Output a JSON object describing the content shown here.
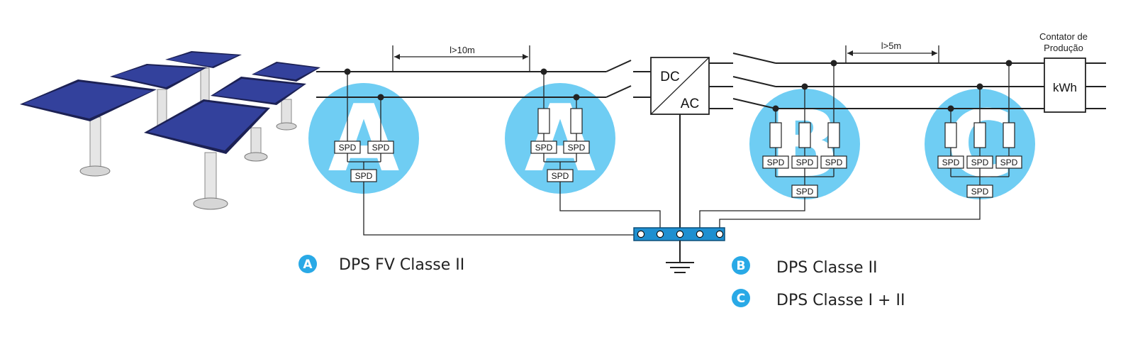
{
  "colors": {
    "zone_circle": "#6fcdf3",
    "panel_face": "#33419c",
    "panel_frame": "#1c2154",
    "ground_bar": "#1e8fd0",
    "legend_badge": "#29a9e6"
  },
  "distances": {
    "segment_a": "l>10m",
    "segment_bc": "l>5m"
  },
  "inverter": {
    "dc_label": "DC",
    "ac_label": "AC"
  },
  "meter": {
    "title_line1": "Contator de",
    "title_line2": "Produção",
    "label": "kWh"
  },
  "zones": [
    {
      "letter": "A"
    },
    {
      "letter": "A"
    },
    {
      "letter": "B"
    },
    {
      "letter": "C"
    }
  ],
  "spd_label": "SPD",
  "legend": [
    {
      "letter": "A",
      "text": "DPS FV Classe II"
    },
    {
      "letter": "B",
      "text": "DPS Classe II"
    },
    {
      "letter": "C",
      "text": "DPS Classe I + II"
    }
  ]
}
